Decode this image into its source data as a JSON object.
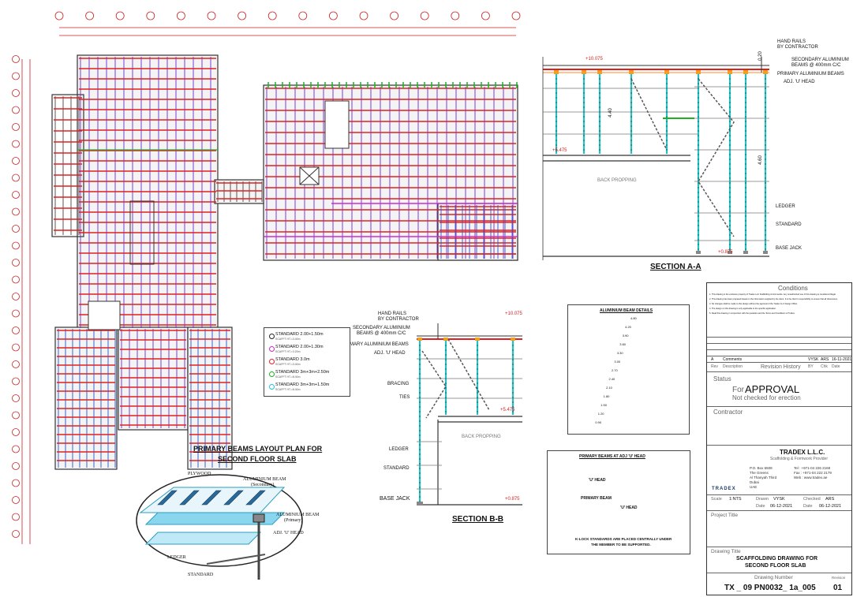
{
  "sheet": {
    "section_aa": {
      "title": "SECTION A-A",
      "labels": {
        "hand_rails": "HAND RAILS",
        "by_contractor": "BY CONTRACTOR",
        "secondary_beams": "SECONDARY ALUMINIUM",
        "secondary_beams_2": "BEAMS @ 400mm C/C",
        "primary_beams": "PRIMARY ALUMINIUM BEAMS",
        "adj_u_head": "ADJ. 'U' HEAD",
        "back_propping": "BACK PROPPING",
        "ledger": "LEDGER",
        "standard": "STANDARD",
        "base_jack": "BASE JACK"
      },
      "levels": {
        "top": "+10.075",
        "mid": "+5.475",
        "bottom": "+0.875"
      },
      "dims": {
        "d1": "0.20",
        "d2": "4.40",
        "d3": "4.60"
      }
    },
    "section_bb": {
      "title": "SECTION B-B",
      "labels": {
        "hand_rails": "HAND RAILS",
        "by_contractor": "BY CONTRACTOR",
        "secondary_beams": "SECONDARY ALUMINIUM",
        "secondary_beams_2": "BEAMS @ 400mm C/C",
        "primary_beams": "PRIMARY ALUMINIUM BEAMS",
        "adj_u_head": "ADJ. 'U' HEAD",
        "bracing": "BRACING",
        "ties": "TIES",
        "back_propping": "BACK PROPPING",
        "ledger": "LEDGER",
        "standard": "STANDARD",
        "base_jack": "BASE JACK"
      },
      "levels": {
        "top": "+10.075",
        "mid": "+5.475",
        "bottom": "+0.875"
      }
    },
    "plan": {
      "title_line1": "PRIMARY BEAMS LAYOUT PLAN FOR",
      "title_line2": "SECOND FLOOR SLAB"
    },
    "legend": [
      {
        "label": "STANDARD 2.00+1.50m",
        "sub": "SCAFFT HT.=3.40m",
        "color": "#222222"
      },
      {
        "label": "STANDARD 2.00+1.30m",
        "sub": "SCAFFT HT.=3.20m",
        "color": "#c030c0"
      },
      {
        "label": "STANDARD 3.0m",
        "sub": "SCAFFT HT.=3.40m",
        "color": "#e02020"
      },
      {
        "label": "STANDARD 3m+3m+2.50m",
        "sub": "SCAFFT HT.=8.40m",
        "color": "#20b020"
      },
      {
        "label": "STANDARD 3m+3m+1.50m",
        "sub": "SCAFFT HT.=8.40m",
        "color": "#20c0e0"
      }
    ],
    "detail_3d": {
      "plywood": "PLYWOOD",
      "alu_secondary": "ALUMINIUM BEAM",
      "alu_secondary_sub": "(Secondary)",
      "alu_primary": "ALUMINIUM BEAM",
      "alu_primary_sub": "(Primary)",
      "adj_u_head": "ADJ. 'U' HEAD",
      "ledger": "LEDGER",
      "standard": "STANDARD"
    },
    "beam_details": {
      "title": "ALUMINIUM BEAM DETAILS",
      "beams": [
        "4.80",
        "4.20",
        "3.90",
        "3.60",
        "3.30",
        "3.00",
        "2.70",
        "2.40",
        "2.10",
        "1.80",
        "1.50",
        "1.20",
        "0.90"
      ]
    },
    "u_head_detail": {
      "title": "PRIMARY BEAMS AT ADJ 'U' HEAD",
      "u_head_1": "'U' HEAD",
      "primary_beam": "PRIMARY BEAM",
      "u_head_2": "'U' HEAD",
      "note_line1": "K-LOCK STANDARDS ARE PLACED CENTRALLY UNDER",
      "note_line2": "THE MEMBER TO BE SUPPORTED."
    },
    "title_block": {
      "conditions_title": "Conditions",
      "conditions": [
        "1. This drawing is the exclusive property of Tradex LLC Scaffolding & Formworks. Any unauthorized use of this drawing is considered illegal.",
        "2. This drawing has been prepared based on the information supplied by the client. It is the client's responsibility to ensure that all dimensions,",
        "3. No changes shall be made to this design without the approval of the Tradex LLC Design Office.",
        "4. The design on this drawing is only applicable to the specific application.",
        "5. Read this drawing in conjunction with the quotation and the Terms and Conditions of Tradex."
      ],
      "revision_row": {
        "rev": "A",
        "desc": "Comments",
        "by": "VYSK",
        "chk": "ARS",
        "date": "16-11-2021"
      },
      "revision_headers": {
        "rev": "Rev",
        "desc": "Description",
        "by": "BY",
        "chk": "Chk",
        "date": "Date"
      },
      "revision_history": "Revision History",
      "status_label": "Status",
      "status_for": "For",
      "status_approval": "APPROVAL",
      "status_note": "Not checked for erection",
      "contractor_label": "Contractor",
      "company": "TRADEX L.L.C.",
      "company_sub": "Scaffolding & Formwork Provider",
      "logo_text": "TRADEX",
      "address": [
        "P.O. Box 6508",
        "The Greens",
        "Al Thanyah Third",
        "Dubai",
        "UAE"
      ],
      "contacts": [
        "Tel : +971-04 226 2168",
        "Fax : +971-04 222 2179",
        "Web : www.tradex.ae"
      ],
      "scale_label": "Scale",
      "scale_value": "1:NTS",
      "drawn_label": "Drawn",
      "drawn_value": "VYSK",
      "checked_label": "Checked",
      "checked_value": "ARS",
      "date_label": "Date",
      "date_drawn": "06-12-2021",
      "date_checked": "06-12-2021",
      "project_title_label": "Project Title",
      "drawing_title_label": "Drawing Title",
      "drawing_title_1": "SCAFFOLDING DRAWING FOR",
      "drawing_title_2": "SECOND FLOOR SLAB",
      "drawing_number_label": "Drawing Number",
      "drawing_number": "TX _ 09 PN0032_ 1a_005",
      "revision_label": "Revision",
      "revision_value": "01"
    }
  }
}
